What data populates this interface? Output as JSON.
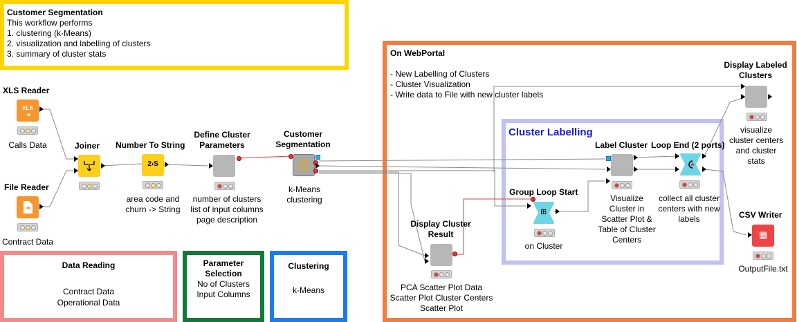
{
  "annotations": {
    "main": {
      "title": "Customer Segmentation",
      "lines": [
        "This workflow performs",
        "1. clustering (k-Means)",
        "2. visualization and labelling of clusters",
        "3. summary of cluster stats"
      ]
    },
    "webportal": {
      "title": "On WebPortal",
      "lines": [
        "- New Labelling of Clusters",
        "- Cluster Visualization",
        "- Write data to File with new cluster labels"
      ]
    },
    "cluster_labelling": {
      "title": "Cluster Labelling"
    },
    "data_reading": {
      "title": "Data Reading",
      "lines": [
        "Contract Data",
        "Operational Data"
      ]
    },
    "parameter_selection": {
      "title": "Parameter Selection",
      "lines": [
        "No of Clusters",
        "Input Columns"
      ]
    },
    "clustering": {
      "title": "Clustering",
      "lines": [
        "k-Means"
      ]
    }
  },
  "nodes": {
    "xls_reader": {
      "title": "XLS Reader",
      "label": "Calls Data",
      "icon_text": "XLS"
    },
    "file_reader": {
      "title": "File Reader",
      "label": "Contract Data"
    },
    "joiner": {
      "title": "Joiner"
    },
    "number_to_string": {
      "title": "Number To String",
      "label": "area code and churn -> String",
      "icon_text": "2›S"
    },
    "define_cluster": {
      "title": "Define Cluster Parameters",
      "label": "number of clusters list of input columns page description"
    },
    "customer_segmentation": {
      "title": "Customer Segmentation",
      "label": "k-Means clustering"
    },
    "display_cluster_result": {
      "title": "Display Cluster Result",
      "label": "PCA Scatter Plot Data Scatter Plot Cluster Centers Scatter Plot"
    },
    "group_loop_start": {
      "title": "Group Loop Start",
      "label": "on Cluster"
    },
    "label_cluster": {
      "title": "Label Cluster",
      "label": "Visualize Cluster in Scatter Plot & Table of Cluster Centers"
    },
    "loop_end": {
      "title": "Loop End (2 ports)",
      "label": "collect all cluster centers with new labels"
    },
    "display_labeled_clusters": {
      "title": "Display Labeled Clusters",
      "label": "visualize cluster centers and cluster stats"
    },
    "csv_writer": {
      "title": "CSV Writer",
      "label": "OutputFile.txt"
    }
  },
  "colors": {
    "main_border": "#ffd500",
    "webportal_border": "#f47c3c",
    "labelling_border": "#b8b8f0",
    "data_reading_border": "#f58a8a",
    "parameter_border": "#117a3a",
    "clustering_border": "#1a7cf0",
    "source_node": "#f7952e",
    "manipulator_node": "#ffcf1a",
    "meta_node": "#b7b7b7",
    "loop_node": "#6fd4e4",
    "writer_node": "#ef4444"
  }
}
